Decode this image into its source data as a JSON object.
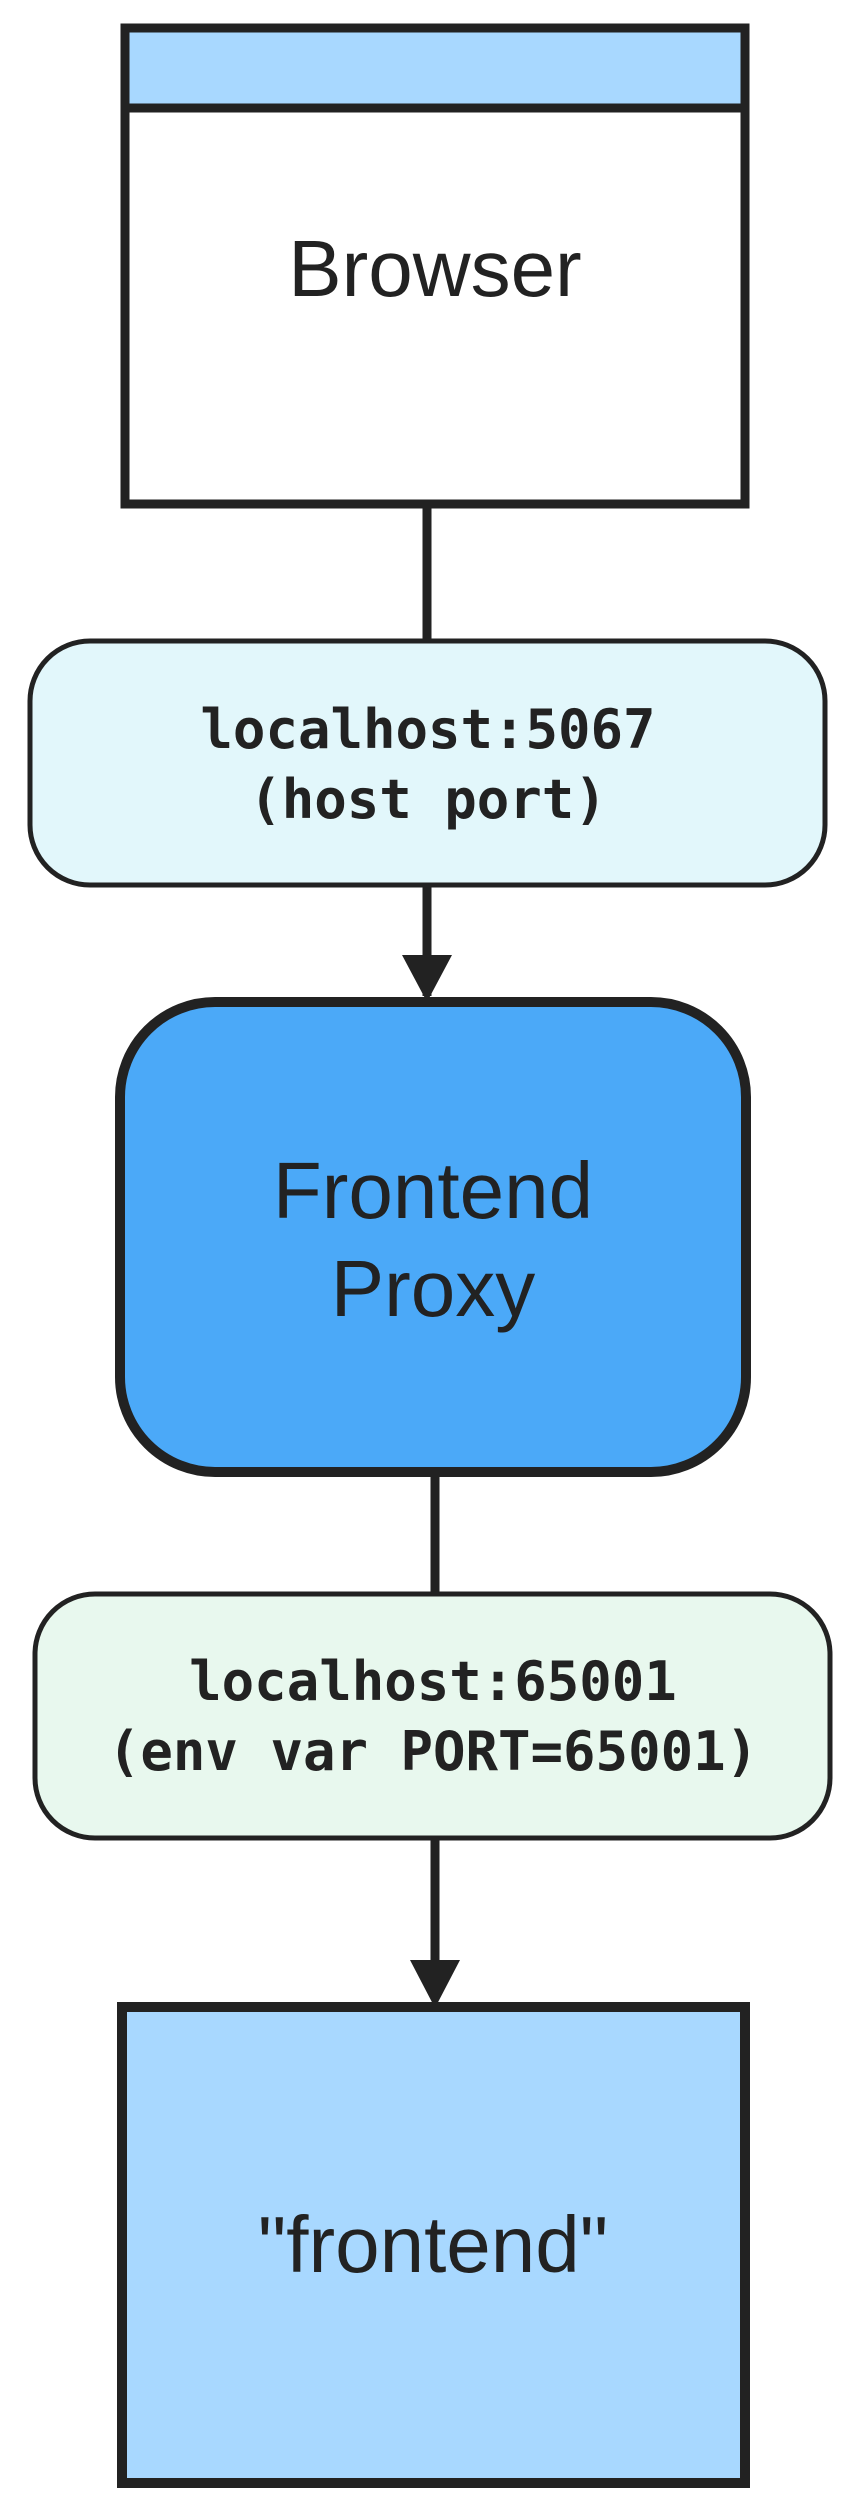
{
  "nodes": {
    "browser": {
      "label": "Browser",
      "header_color": "#a8d8ff",
      "fill": "#ffffff"
    },
    "host_port": {
      "line1": "localhost:5067",
      "line2": "(host port)",
      "fill": "#e2f7fb"
    },
    "frontend_proxy": {
      "line1": "Frontend",
      "line2": "Proxy",
      "fill": "#4ba9f8"
    },
    "env_port": {
      "line1": "localhost:65001",
      "line2": "(env var PORT=65001)",
      "fill": "#e8f8ee"
    },
    "frontend": {
      "label": "\"frontend\"",
      "fill": "#a8d8ff"
    }
  },
  "colors": {
    "stroke": "#222222",
    "text": "#222222"
  }
}
